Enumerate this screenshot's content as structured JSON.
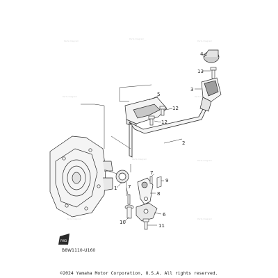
{
  "diagram": {
    "callouts": {
      "c1": "1",
      "c2": "2",
      "c3": "3",
      "c4": "4",
      "c5": "5",
      "c6": "6",
      "c7a": "7",
      "c7b": "7",
      "c8": "8",
      "c9": "9",
      "c10": "10",
      "c11": "11",
      "c12a": "12",
      "c12b": "12",
      "c13": "13"
    },
    "watermark": "Parts Diagram",
    "code": "B8W1110-U160",
    "fwd_badge": "FWD"
  },
  "footer": {
    "copyright": "©2024 Yamaha Motor Corporation, U.S.A. All rights reserved."
  },
  "colors": {
    "line": "#2a2a2a",
    "part_fill": "#f4f4f4",
    "shade": "#bdbdbd",
    "watermark": "#d8d8d8"
  }
}
